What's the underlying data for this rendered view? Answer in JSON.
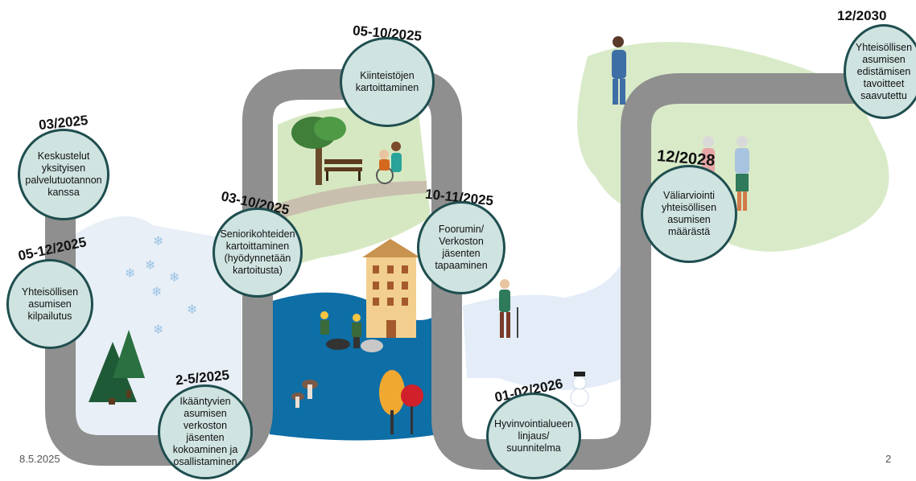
{
  "slide": {
    "date": "8.5.2025",
    "page_number": "2"
  },
  "milestones": [
    {
      "date": "03/2025",
      "text": "Keskustelut yksityisen palvelutuotannon kanssa"
    },
    {
      "date": "05-12/2025",
      "text": "Yhteisöllisen asumisen kilpailutus"
    },
    {
      "date": "2-5/2025",
      "text": "Ikääntyvien asumisen verkoston jäsenten kokoaminen ja osallistaminen"
    },
    {
      "date": "03-10/2025",
      "text": "Seniorikohteiden kartoittaminen (hyödynnetään kartoitusta)"
    },
    {
      "date": "05-10/2025",
      "text": "Kiinteistöjen kartoittaminen"
    },
    {
      "date": "10-11/2025",
      "text": "Foorumin/ Verkoston jäsenten tapaaminen"
    },
    {
      "date": "01-02/2026",
      "text": "Hyvinvointialueen linjaus/ suunnitelma"
    },
    {
      "date": "12/2028",
      "text": "Väliarviointi yhteisöllisen asumisen määrästä"
    },
    {
      "date": "12/2030",
      "text": "Yhteisöllisen asumisen edistämisen tavoitteet saavutettu"
    }
  ],
  "colors": {
    "road": "#8f8f8f",
    "circle_fill": "#cfe3e1",
    "circle_border": "#1f4e4f",
    "winter_bg": "#e8eff6",
    "spring_bg": "#d6e8c2",
    "summer_bg": "#d9eac8",
    "autumn_bg": "#0e6ea6"
  }
}
